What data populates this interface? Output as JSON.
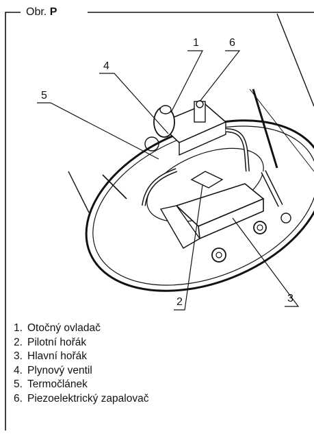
{
  "figure": {
    "title_prefix": "Obr.",
    "title_letter": "P"
  },
  "callouts": [
    "1",
    "6",
    "4",
    "5",
    "2",
    "3"
  ],
  "legend": [
    {
      "num": "1.",
      "text": "Otočný ovladač"
    },
    {
      "num": "2.",
      "text": "Pilotní hořák"
    },
    {
      "num": "3.",
      "text": "Hlavní hořák"
    },
    {
      "num": "4.",
      "text": "Plynový ventil"
    },
    {
      "num": "5.",
      "text": "Termočlánek"
    },
    {
      "num": "6.",
      "text": "Piezoelektrický zapalovač"
    }
  ]
}
